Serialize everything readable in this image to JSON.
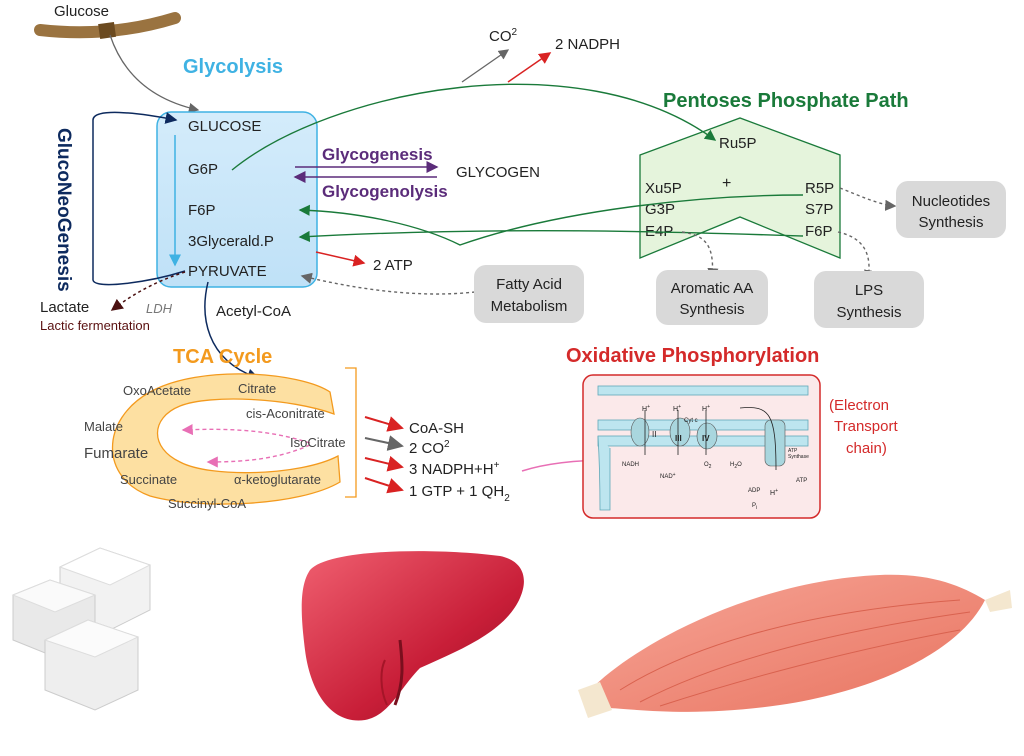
{
  "colors": {
    "glycolysis": "#3fb2e3",
    "gluconeogenesis": "#0d2a5e",
    "glycogen": "#5b2c7a",
    "ppp": "#1a7a3a",
    "tca": "#f39a1e",
    "oxphos": "#d42a2a",
    "arrow_red": "#d92222",
    "arrow_gray": "#666666",
    "box_gray": "#d9d9d9"
  },
  "glucose_input": "Glucose",
  "glycolysis": {
    "title": "Glycolysis",
    "items": [
      "GLUCOSE",
      "G6P",
      "F6P",
      "3Glycerald.P",
      "PYRUVATE"
    ]
  },
  "gluconeogenesis": {
    "title": "GlucoNeoGenesis"
  },
  "glycogen": {
    "glycogenesis": "Glycogenesis",
    "glycogenolysis": "Glycogenolysis",
    "glycogen": "GLYCOGEN"
  },
  "outputs": {
    "co2": "CO",
    "co2_sup": "2",
    "nadph": "2 NADPH",
    "atp": "2 ATP",
    "acetyl_coa": "Acetyl-CoA",
    "lactate": "Lactate",
    "ldh": "LDH",
    "lactic_fermentation": "Lactic fermentation"
  },
  "ppp": {
    "title": "Pentoses Phosphate Path",
    "ru5p": "Ru5P",
    "plus": "+",
    "left": [
      "Xu5P",
      "G3P",
      "E4P"
    ],
    "right": [
      "R5P",
      "S7P",
      "F6P"
    ]
  },
  "gray_boxes": {
    "nucleotides": [
      "Nucleotides",
      "Synthesis"
    ],
    "fatty_acid": [
      "Fatty Acid",
      "Metabolism"
    ],
    "aromatic": [
      "Aromatic AA",
      "Synthesis"
    ],
    "lps": [
      "LPS",
      "Synthesis"
    ]
  },
  "tca": {
    "title": "TCA Cycle",
    "citrate": "Citrate",
    "oxoacetate": "OxoAcetate",
    "cis_aconitrate": "cis-Aconitrate",
    "malate": "Malate",
    "isocitrate": "IsoCitrate",
    "fumarate": "Fumarate",
    "succinate": "Succinate",
    "ketoglutarate": "α-ketoglutarate",
    "succinyl_coa": "Succinyl-CoA",
    "products": [
      {
        "text": "CoA-SH",
        "sup": "",
        "sub": ""
      },
      {
        "text": "2 CO",
        "sup": "2",
        "sub": ""
      },
      {
        "text": "3 NADPH+H",
        "sup": "+",
        "sub": ""
      },
      {
        "text": "1 GTP + 1 QH",
        "sup": "",
        "sub": "2"
      }
    ]
  },
  "oxphos": {
    "title": "Oxidative Phosphorylation",
    "etc": [
      "(Electron",
      "Transport",
      "chain)"
    ],
    "labels": {
      "h1": "H",
      "h2": "H",
      "h3": "H",
      "h4": "H",
      "plus": "+",
      "cytc": "Cyt c",
      "nadh": "NADH",
      "nad": "NAD",
      "nad_sup": "+",
      "h2o": "H",
      "h2o_sub": "2",
      "h2o_end": "O",
      "o2": "O",
      "o2_sub": "2",
      "atp_synthase": "ATP",
      "synthase": "Synthase",
      "atp": "ATP",
      "adp": "ADP",
      "pi": "P",
      "pi_sub": "i",
      "ii": "II",
      "iii": "III",
      "iv": "IV"
    }
  }
}
